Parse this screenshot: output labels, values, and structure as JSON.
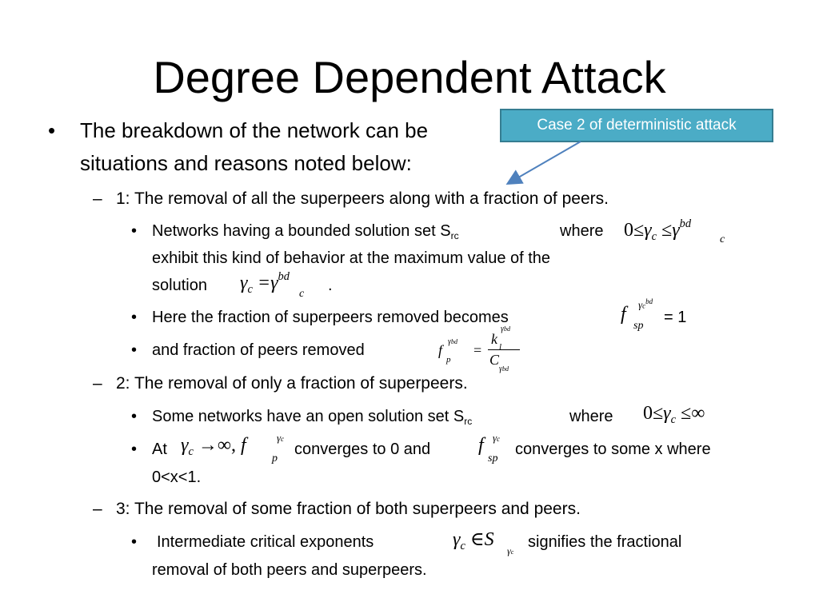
{
  "slide": {
    "title": "Degree Dependent Attack",
    "bullet_l1": "•",
    "bullet_l3": "•",
    "dash": "–",
    "intro_line1": "The breakdown of the network can be",
    "intro_line2": "situations and reasons noted below:",
    "callout": "Case 2 of deterministic attack",
    "case1": {
      "heading": "1: The removal of all the superpeers along with a fraction of peers.",
      "b1_line1_pre": "Networks having a bounded solution set S",
      "b1_sub_rc": "rc",
      "b1_where": "where",
      "b1_line2": "exhibit this kind of behavior at the maximum value of the",
      "b1_line3_pre": "solution",
      "b1_period": ".",
      "b2_text": "Here the fraction of superpeers removed becomes",
      "b2_eq": "= 1",
      "b3_text": "and fraction of peers removed"
    },
    "case2": {
      "heading": "2: The removal of only a fraction of superpeers.",
      "b1_pre": "Some networks have an open solution set S",
      "b1_sub_rc": "rc",
      "b1_where": "where",
      "b2_at": "At",
      "b2_mid": "converges to 0 and",
      "b2_end": "converges to some x where",
      "b2_line2": "0<x<1."
    },
    "case3": {
      "heading": "3: The removal of some fraction of both superpeers and peers.",
      "b1_pre": "Intermediate critical exponents",
      "b1_post": "signifies the fractional",
      "b1_line2": "removal of both peers and superpeers."
    },
    "math": {
      "zero": "0",
      "leq": "≤",
      "eq": "=",
      "gamma": "γ",
      "c": "c",
      "bd": "bd",
      "inf": "∞",
      "arrow": "→",
      "comma": ",",
      "in": "∈",
      "S": "S",
      "f": "f",
      "sp": "sp",
      "p": "p",
      "k": "k",
      "l": "l",
      "C": "C"
    }
  },
  "colors": {
    "callout_fill": "#4bacc6",
    "callout_border": "#357d91",
    "arrow": "#4f81bd"
  }
}
